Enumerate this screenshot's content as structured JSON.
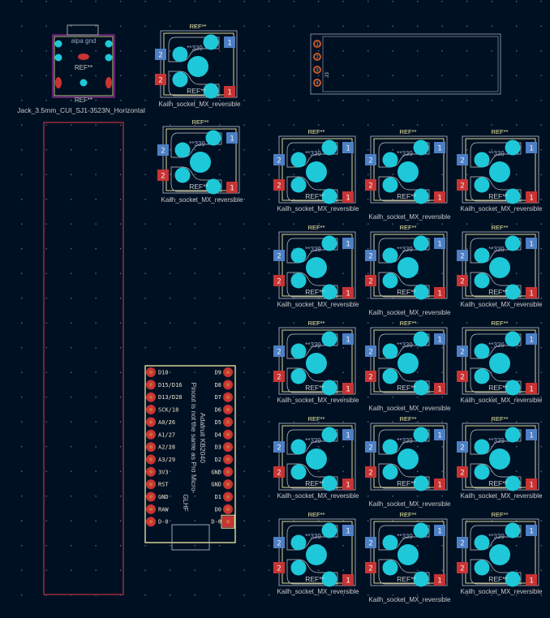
{
  "colors": {
    "background": "#001023",
    "grid_dot": "#5a6a80",
    "front_copper": "#c83434",
    "back_copper": "#4d7fc4",
    "plated_hole": "#1ec8d8",
    "silkscreen": "#f2eda1",
    "courtyard": "#c8c8c8",
    "edge_cuts": "#b03040",
    "jack_outline": "#c030c0",
    "tht_pad": "#c85a28"
  },
  "jack": {
    "top_text": "alpa gnd",
    "ref_inner": "REF**",
    "ref_outer": "REF**",
    "footprint_name": "Jack_3.5mm_CUI_SJ1-3523N_Horizontal"
  },
  "key_socket": {
    "ref_top": "REF**",
    "ref_mirrored": "**339",
    "ref_value": "REF**",
    "footprint_name": "Kailh_socket_MX_reversible",
    "pad_1": "1",
    "pad_2": "2"
  },
  "connector": {
    "ref": "J3",
    "pins": [
      "1",
      "2",
      "3",
      "4"
    ]
  },
  "mcu": {
    "title": "Adafruit KB2040",
    "note": "Pinout is not the same as Pro Micro-",
    "sign": "GLHF",
    "left_pins": [
      "D10",
      "D15/D16",
      "D13/D28",
      "SCK/18",
      "A0/26",
      "A1/27",
      "A2/28",
      "A3/29",
      "3V3",
      "RST",
      "GND",
      "RAW",
      "D-0"
    ],
    "right_pins": [
      "D9",
      "D8",
      "D7",
      "D6",
      "D5",
      "D4",
      "D3",
      "D2",
      "GND",
      "GND",
      "D1",
      "D0",
      "D-0"
    ]
  }
}
